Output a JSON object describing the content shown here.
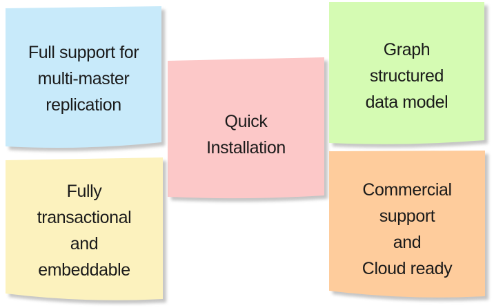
{
  "board": {
    "background": "#ffffff",
    "text_color": "#1a1a1a",
    "shadow_color": "#b7b7b7"
  },
  "notes": [
    {
      "name": "full-support-multi-master-replication",
      "color": "#c8eafa",
      "text": "Full support for\nmulti-master\nreplication"
    },
    {
      "name": "quick-installation",
      "color": "#fcc8c8",
      "text": "Quick\nInstallation"
    },
    {
      "name": "graph-structured-data-model",
      "color": "#d5fbb3",
      "text": "Graph\nstructured\ndata model"
    },
    {
      "name": "fully-transactional-and-embeddable",
      "color": "#fcf2be",
      "text": "Fully\ntransactional\nand\nembeddable"
    },
    {
      "name": "commercial-support-and-cloud-ready",
      "color": "#fecc9c",
      "text": "Commercial\nsupport\nand\nCloud ready"
    }
  ]
}
